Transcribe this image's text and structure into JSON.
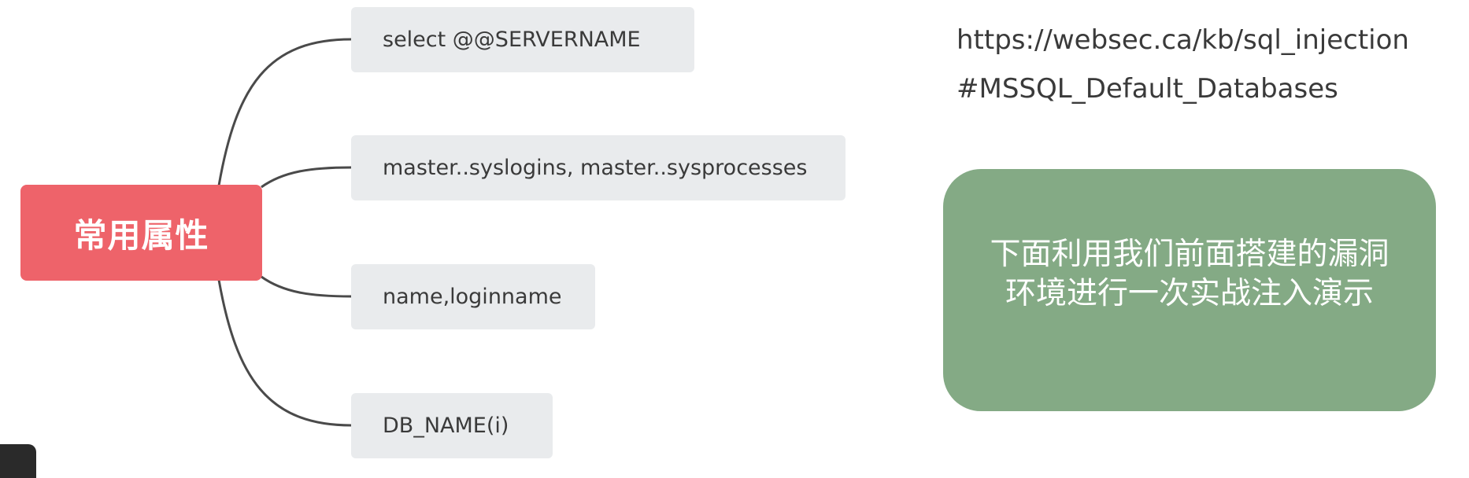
{
  "mindmap": {
    "root": {
      "label": "常用属性",
      "color": "#ee636a"
    },
    "branches": [
      {
        "label": "select @@SERVERNAME"
      },
      {
        "label": "master..syslogins, master..sysprocesses"
      },
      {
        "label": "name,loginname"
      },
      {
        "label": "DB_NAME(i)"
      }
    ],
    "branch_color": "#e9ebed",
    "connector_color": "#4a4a4a"
  },
  "reference": {
    "line1": "https://websec.ca/kb/sql_injection",
    "line2": "#MSSQL_Default_Databases"
  },
  "note": {
    "line1": "下面利用我们前面搭建的漏洞",
    "line2": "环境进行一次实战注入演示",
    "color": "#84aa85"
  }
}
